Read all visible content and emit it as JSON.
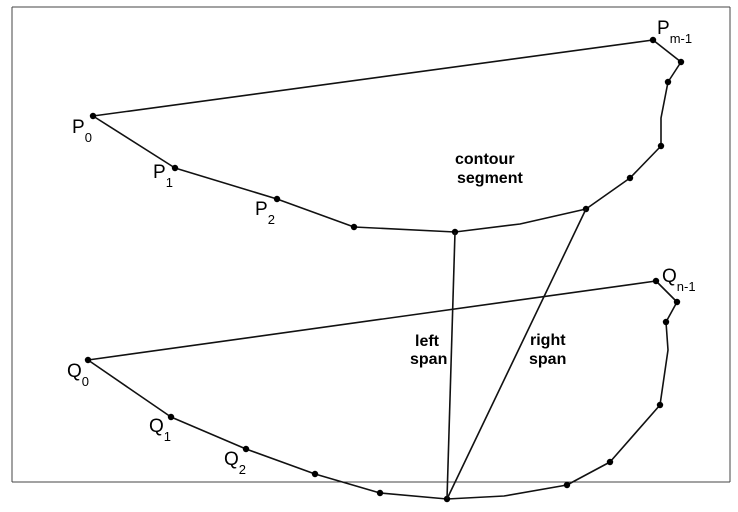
{
  "diagram": {
    "upper_contour": {
      "labels": {
        "p0_main": "P",
        "p0_sub": "0",
        "p1_main": "P",
        "p1_sub": "1",
        "p2_main": "P",
        "p2_sub": "2",
        "pm_main": "P",
        "pm_sub": "m-1"
      },
      "caption_line1": "contour",
      "caption_line2": "segment"
    },
    "lower_contour": {
      "labels": {
        "q0_main": "Q",
        "q0_sub": "0",
        "q1_main": "Q",
        "q1_sub": "1",
        "q2_main": "Q",
        "q2_sub": "2",
        "qn_main": "Q",
        "qn_sub": "n-1"
      }
    },
    "spans": {
      "left_line1": "left",
      "left_line2": "span",
      "right_line1": "right",
      "right_line2": "span"
    }
  }
}
